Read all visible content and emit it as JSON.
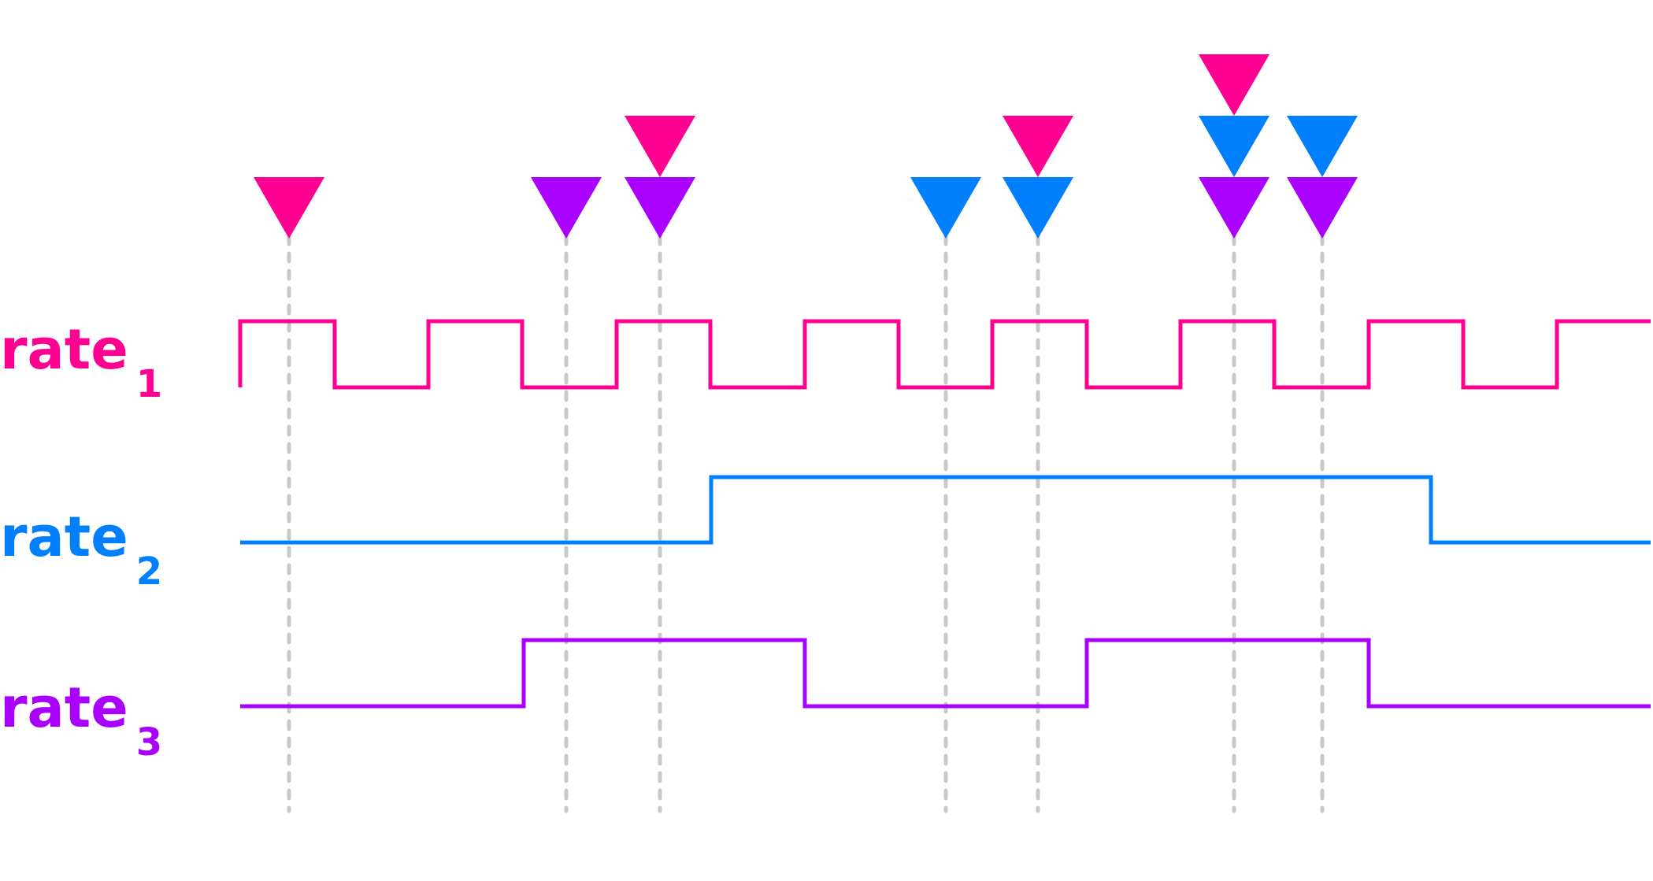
{
  "colors": {
    "rate1": "#ff0090",
    "rate2": "#0080ff",
    "rate3": "#aa00ff",
    "guide": "#c8c8c8",
    "background": "#ffffff"
  },
  "signals": [
    {
      "id": "rate1",
      "name": "rate",
      "subscript": "1",
      "color": "#ff0090"
    },
    {
      "id": "rate2",
      "name": "rate",
      "subscript": "2",
      "color": "#0080ff"
    },
    {
      "id": "rate3",
      "name": "rate",
      "subscript": "3",
      "color": "#aa00ff"
    }
  ],
  "waveforms": {
    "rate1": {
      "kind": "square",
      "start": "low",
      "segments": 15
    },
    "rate2": {
      "kind": "step",
      "levels": [
        "low",
        "high",
        "low"
      ]
    },
    "rate3": {
      "kind": "step",
      "levels": [
        "low",
        "high",
        "low",
        "high",
        "low"
      ]
    }
  },
  "events": [
    {
      "index": 1,
      "markers": [
        "rate1"
      ]
    },
    {
      "index": 2,
      "markers": [
        "rate3"
      ]
    },
    {
      "index": 3,
      "markers": [
        "rate3",
        "rate1"
      ]
    },
    {
      "index": 4,
      "markers": [
        "rate2"
      ]
    },
    {
      "index": 5,
      "markers": [
        "rate2",
        "rate1"
      ]
    },
    {
      "index": 6,
      "markers": [
        "rate3",
        "rate2",
        "rate1"
      ]
    },
    {
      "index": 7,
      "markers": [
        "rate3",
        "rate2"
      ]
    }
  ]
}
